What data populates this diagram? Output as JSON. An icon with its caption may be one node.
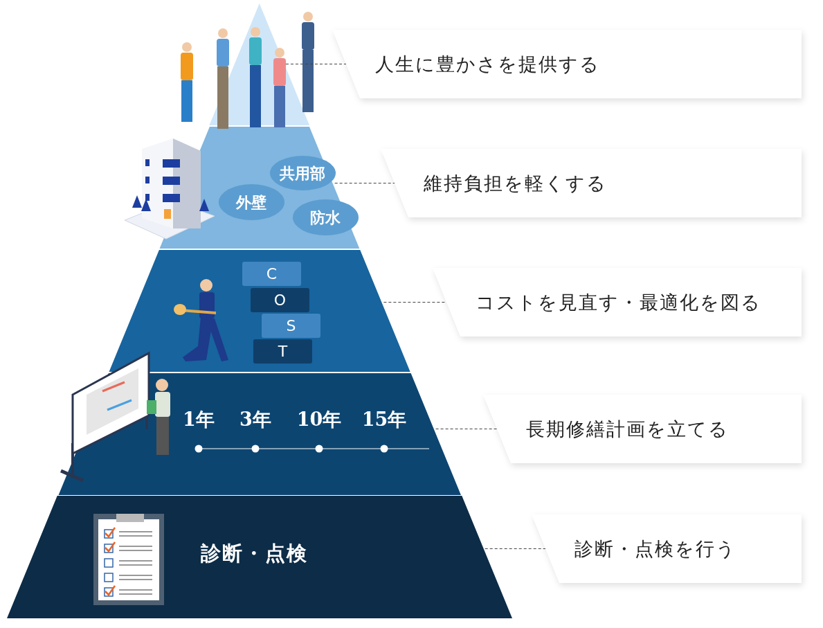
{
  "diagram": {
    "nodes": [
      {
        "text": [],
        "shape": "triangle"
      },
      {
        "text": [
          "人生に豊かさを提供する"
        ]
      },
      {
        "text": [],
        "shape": "band"
      },
      {
        "text": [
          "共用部"
        ],
        "in": 2
      },
      {
        "text": [
          "外壁"
        ],
        "in": 2
      },
      {
        "text": [
          "防水"
        ],
        "in": 2
      },
      {
        "text": [
          "維持負担を軽くする"
        ]
      },
      {
        "text": [],
        "shape": "band"
      },
      {
        "text": [
          "C"
        ],
        "in": 7
      },
      {
        "text": [
          "O"
        ],
        "in": 7
      },
      {
        "text": [
          "S"
        ],
        "in": 7
      },
      {
        "text": [
          "T"
        ],
        "in": 7
      },
      {
        "text": [
          "コストを見直す・最適化を図る"
        ]
      },
      {
        "text": [],
        "shape": "band"
      },
      {
        "text": [
          "長期修繕計画を立てる"
        ]
      },
      {
        "text": [
          "診断・点検"
        ]
      },
      {
        "text": [
          "診断・点検を行う"
        ]
      }
    ],
    "edges": [
      {
        "from": 0,
        "to": 1,
        "arrow": "none"
      },
      {
        "from": 2,
        "to": 6,
        "arrow": "none"
      },
      {
        "from": 7,
        "to": 12,
        "arrow": "none"
      },
      {
        "from": 13,
        "to": 14,
        "arrow": "none"
      },
      {
        "from": 15,
        "to": 16,
        "arrow": "none"
      }
    ],
    "labels": [
      "1年",
      "3年",
      "10年",
      "15年"
    ]
  }
}
